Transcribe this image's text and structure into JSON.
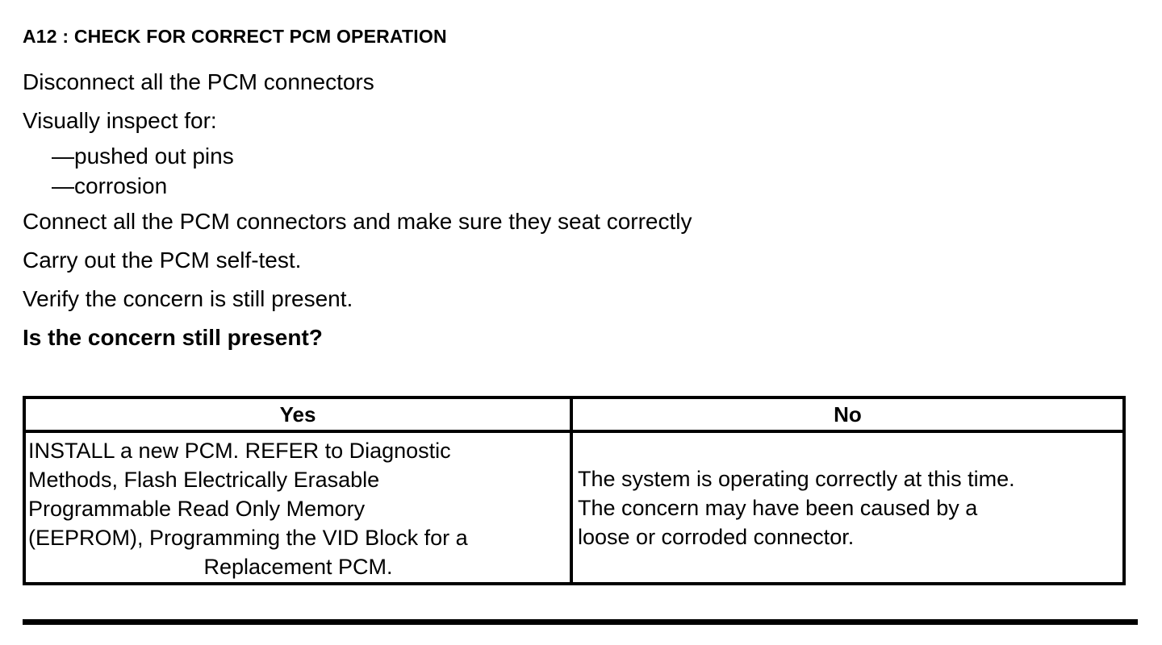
{
  "document": {
    "step_title": "A12 : CHECK FOR CORRECT PCM OPERATION",
    "procedure": {
      "line1": "Disconnect all the PCM connectors",
      "line2": "Visually inspect for:",
      "sub_items": [
        "—pushed out pins",
        "—corrosion"
      ],
      "line3": "Connect all the PCM connectors and make sure they seat correctly",
      "line4": "Carry out the PCM self-test.",
      "line5": "Verify the concern is still present.",
      "question": "Is the concern still present?"
    },
    "decision_table": {
      "headers": {
        "yes": "Yes",
        "no": "No"
      },
      "yes_cell_lines": [
        "INSTALL a new PCM. REFER to Diagnostic",
        "Methods,  Flash Electrically Erasable",
        "Programmable Read Only Memory",
        "(EEPROM), Programming the VID Block for a",
        "Replacement PCM."
      ],
      "no_cell_lines": [
        "The system is operating correctly at this time.",
        "The concern may have been caused by a",
        "loose or corroded connector."
      ]
    }
  }
}
